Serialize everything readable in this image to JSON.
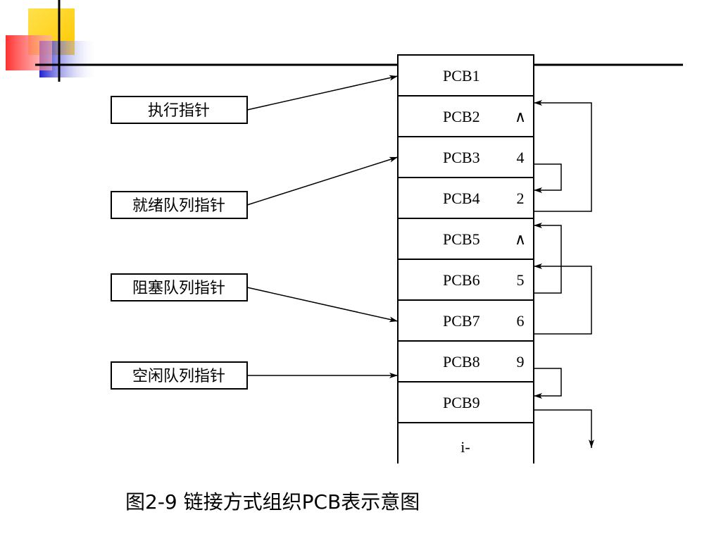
{
  "decor": {
    "colors": {
      "yellow": "#ffd200",
      "red": "#ff4040",
      "blue": "#2d2dd8",
      "line": "#000000"
    }
  },
  "pcbs": [
    {
      "name": "PCB1",
      "link": ""
    },
    {
      "name": "PCB2",
      "link": "∧"
    },
    {
      "name": "PCB3",
      "link": "4"
    },
    {
      "name": "PCB4",
      "link": "2"
    },
    {
      "name": "PCB5",
      "link": "∧"
    },
    {
      "name": "PCB6",
      "link": "5"
    },
    {
      "name": "PCB7",
      "link": "6"
    },
    {
      "name": "PCB8",
      "link": "9"
    },
    {
      "name": "PCB9",
      "link": ""
    }
  ],
  "continuation": "i-",
  "pointers": [
    {
      "label": "执行指针",
      "target": "PCB1"
    },
    {
      "label": "就绪队列指针",
      "target": "PCB3"
    },
    {
      "label": "阻塞队列指针",
      "target": "PCB7"
    },
    {
      "label": "空闲队列指针",
      "target": "PCB8"
    }
  ],
  "caption": "图2-9   链接方式组织PCB表示意图"
}
